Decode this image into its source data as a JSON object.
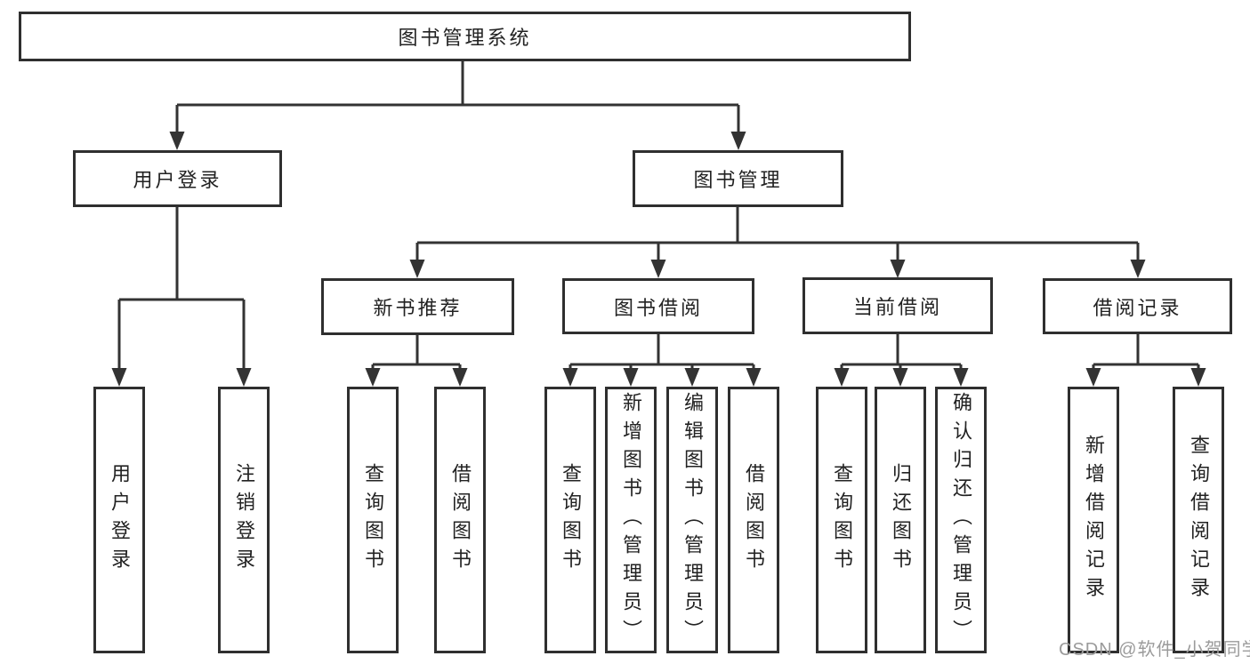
{
  "diagram": {
    "root": {
      "label": "图书管理系统"
    },
    "branches": [
      {
        "label": "用户登录",
        "children": [
          {
            "label": "用户登录"
          },
          {
            "label": "注销登录"
          }
        ]
      },
      {
        "label": "图书管理",
        "children": [
          {
            "label": "新书推荐",
            "children": [
              {
                "label": "查询图书"
              },
              {
                "label": "借阅图书"
              }
            ]
          },
          {
            "label": "图书借阅",
            "children": [
              {
                "label": "查询图书"
              },
              {
                "label": "新增图书（管理员）"
              },
              {
                "label": "编辑图书（管理员）"
              },
              {
                "label": "借阅图书"
              }
            ]
          },
          {
            "label": "当前借阅",
            "children": [
              {
                "label": "查询图书"
              },
              {
                "label": "归还图书"
              },
              {
                "label": "确认归还（管理员）"
              }
            ]
          },
          {
            "label": "借阅记录",
            "children": [
              {
                "label": "新增借阅记录"
              },
              {
                "label": "查询借阅记录"
              }
            ]
          }
        ]
      }
    ]
  },
  "watermark": {
    "text": "CSDN @软件_小贺同学"
  },
  "colors": {
    "background": "#ffffff",
    "line": "#333333",
    "border": "#2f2f2f",
    "text": "#222222",
    "watermark": "#9b9b9b"
  }
}
